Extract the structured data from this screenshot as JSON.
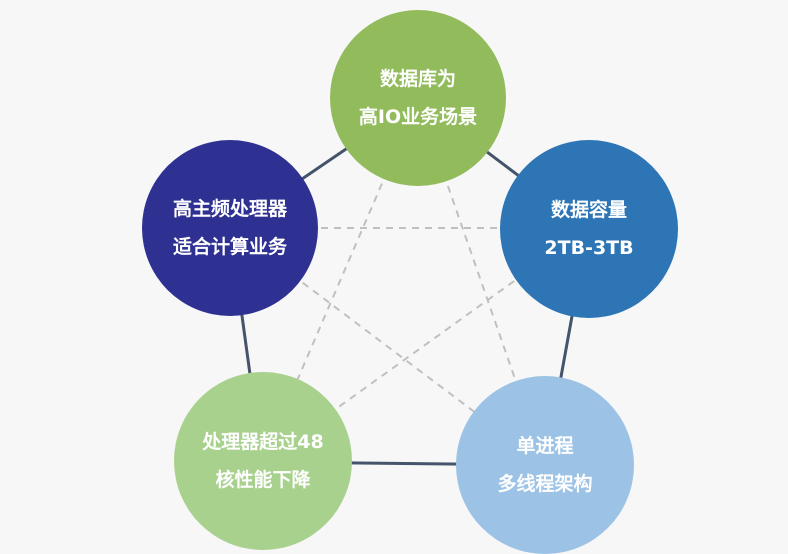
{
  "colors": {
    "background": "#f7f7f7",
    "edge_solid": "#44546a",
    "edge_dashed": "#c0c0c0"
  },
  "nodes": [
    {
      "id": "db",
      "line1": "数据库为",
      "line2": "高IO业务场景",
      "color": "#92bb5c"
    },
    {
      "id": "cap",
      "line1": "数据容量",
      "line2": "2TB-3TB",
      "color": "#2e75b6"
    },
    {
      "id": "proc",
      "line1": "单进程",
      "line2": "多线程架构",
      "color": "#9cc3e5"
    },
    {
      "id": "core",
      "line1": "处理器超过48",
      "line2": "核性能下降",
      "color": "#a9d18e"
    },
    {
      "id": "freq",
      "line1": "高主频处理器",
      "line2": "适合计算业务",
      "color": "#2e3192"
    }
  ]
}
